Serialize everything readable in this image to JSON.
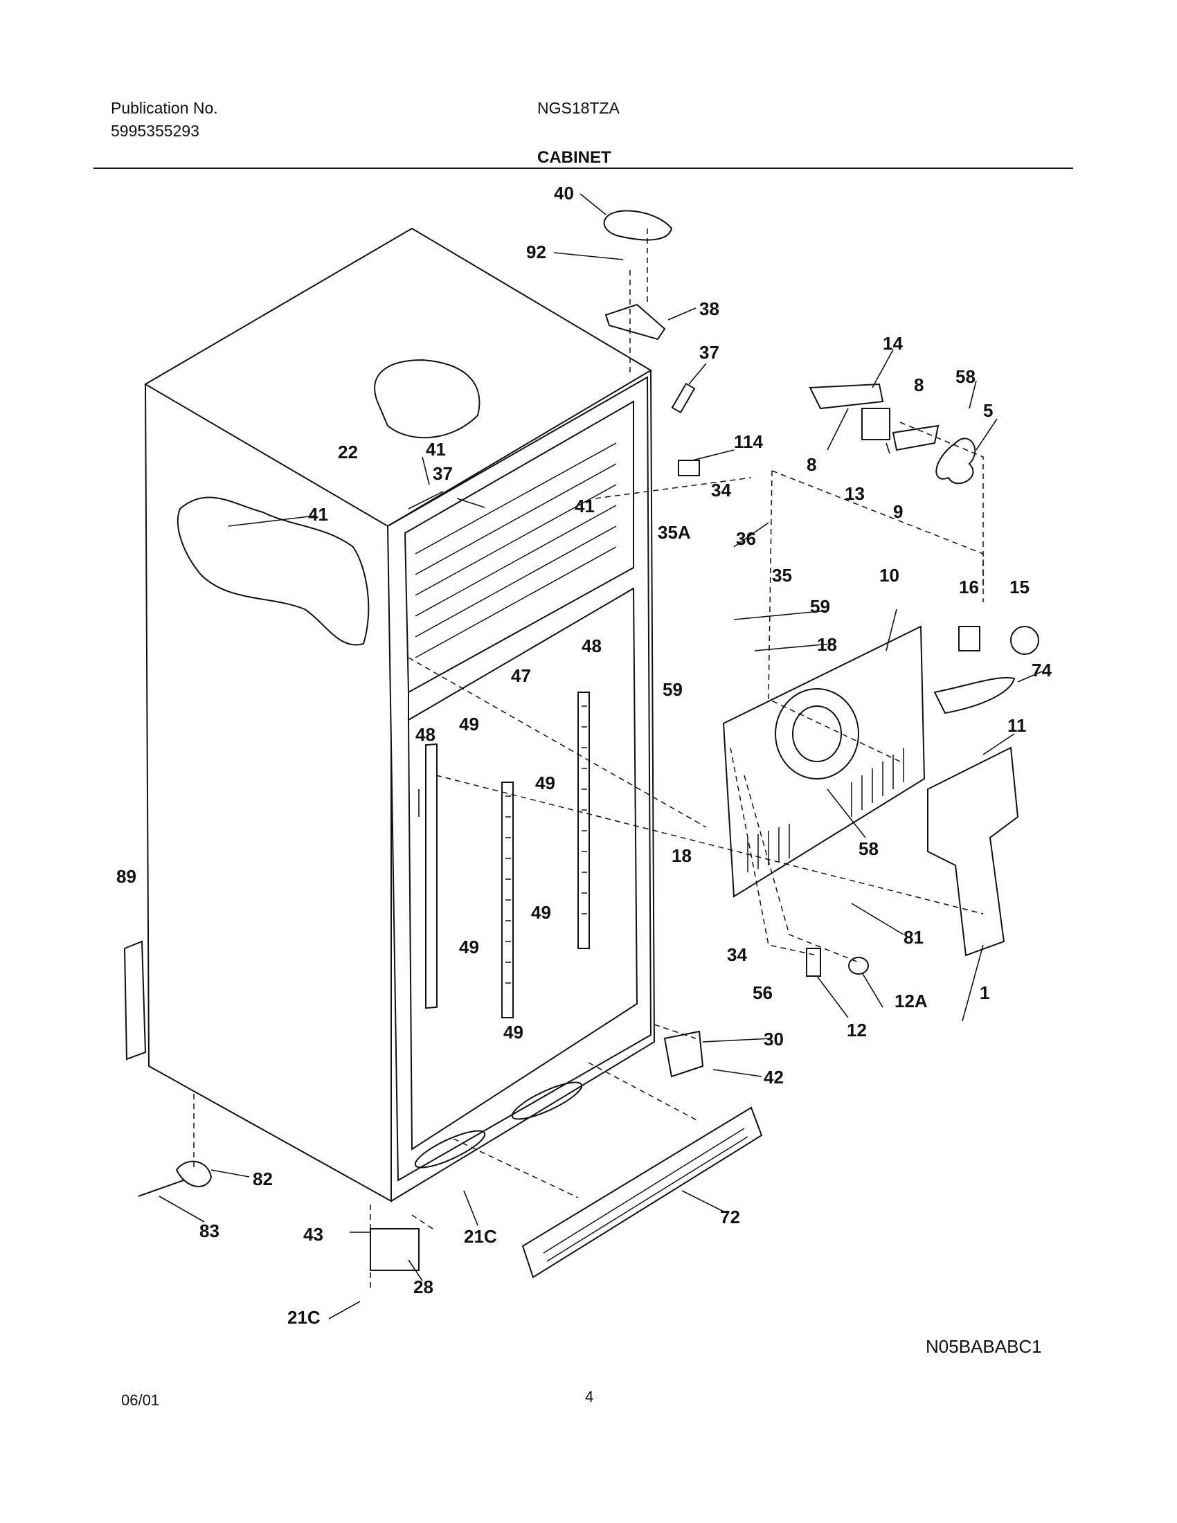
{
  "header": {
    "publication_label": "Publication No.",
    "publication_number": "5995355293",
    "model": "NGS18TZA",
    "section": "CABINET"
  },
  "footer": {
    "diagram_code": "N05BABABC1",
    "date": "06/01",
    "page": "4"
  },
  "callouts": [
    "40",
    "92",
    "38",
    "37",
    "14",
    "8",
    "58",
    "5",
    "8",
    "13",
    "9",
    "22",
    "41",
    "37",
    "114",
    "41",
    "41",
    "34",
    "36",
    "35A",
    "35",
    "59",
    "10",
    "16",
    "15",
    "74",
    "59",
    "18",
    "48",
    "47",
    "48",
    "49",
    "49",
    "11",
    "58",
    "18",
    "89",
    "49",
    "49",
    "81",
    "34",
    "56",
    "12A",
    "1",
    "12",
    "30",
    "49",
    "42",
    "82",
    "72",
    "83",
    "21C",
    "43",
    "28",
    "21C"
  ]
}
